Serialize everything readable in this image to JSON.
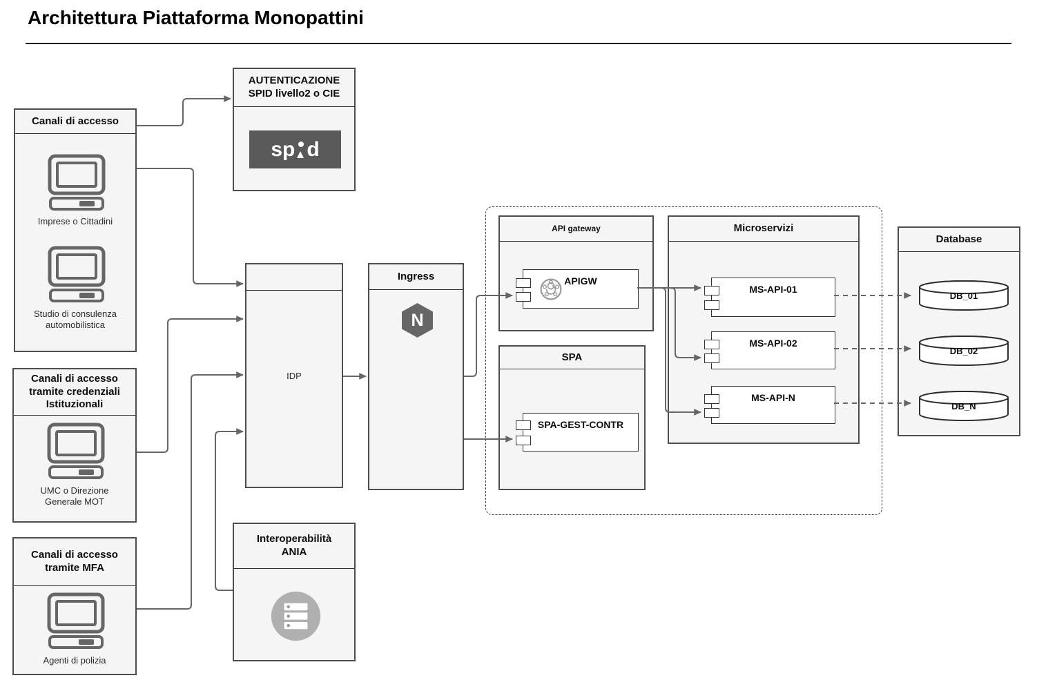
{
  "title": "Architettura Piattaforma Monopattini",
  "nodes": {
    "access1": {
      "header": "Canali di accesso",
      "items": [
        {
          "label": "Imprese o Cittadini"
        },
        {
          "label": "Studio di consulenza\nautomobilistica"
        }
      ]
    },
    "auth_spid": {
      "header": "AUTENTICAZIONE\nSPID livello2 o CIE",
      "logo_left": "sp",
      "logo_right": "d"
    },
    "access2": {
      "header": "Canali di accesso\ntramite credenziali\nIstituzionali",
      "items": [
        {
          "label": "UMC o Direzione\nGenerale MOT"
        }
      ]
    },
    "access3": {
      "header": "Canali di accesso\ntramite MFA",
      "items": [
        {
          "label": "Agenti di polizia"
        }
      ]
    },
    "idp": {
      "label": "IDP"
    },
    "ingress": {
      "header": "Ingress",
      "logo_letter": "N"
    },
    "ania": {
      "header": "Interoperabilità\nANIA"
    },
    "api_gateway": {
      "header": "API gateway",
      "component": "APIGW"
    },
    "spa": {
      "header": "SPA",
      "component": "SPA-GEST-CONTR"
    },
    "microservizi": {
      "header": "Microservizi",
      "components": [
        {
          "label": "MS-API-01"
        },
        {
          "label": "MS-API-02"
        },
        {
          "label": "MS-API-N"
        }
      ]
    },
    "database": {
      "header": "Database",
      "items": [
        {
          "label": "DB_01"
        },
        {
          "label": "DB_02"
        },
        {
          "label": "DB_N"
        }
      ]
    }
  },
  "colors": {
    "box_fill": "#f5f5f5",
    "box_border": "#4d4d4d",
    "connector": "#666666",
    "spid_bg": "#595959",
    "nginx_hexagon": "#666666",
    "ania_icon_circle": "#b0b0b0"
  }
}
